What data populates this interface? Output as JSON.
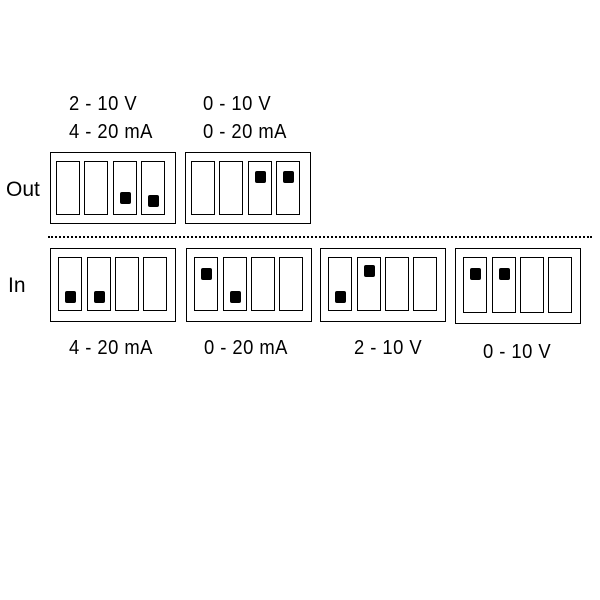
{
  "output": {
    "row_label": "Out",
    "configs": [
      {
        "range_voltage": "2 - 10 V",
        "range_current": "4 - 20 mA",
        "switches": [
          "off-none",
          "off-none",
          "off",
          "off"
        ]
      },
      {
        "range_voltage": "0 - 10 V",
        "range_current": "0 - 20 mA",
        "switches": [
          "off-none",
          "off-none",
          "on",
          "on"
        ]
      }
    ]
  },
  "input": {
    "row_label": "In",
    "configs": [
      {
        "label": "4 - 20 mA",
        "switches": [
          "off",
          "off",
          "none",
          "none"
        ]
      },
      {
        "label": "0 - 20 mA",
        "switches": [
          "on",
          "off",
          "none",
          "none"
        ]
      },
      {
        "label": "2 - 10 V",
        "switches": [
          "off",
          "on",
          "none",
          "none"
        ]
      },
      {
        "label": "0 - 10 V",
        "switches": [
          "on",
          "on",
          "none",
          "none"
        ]
      }
    ]
  }
}
